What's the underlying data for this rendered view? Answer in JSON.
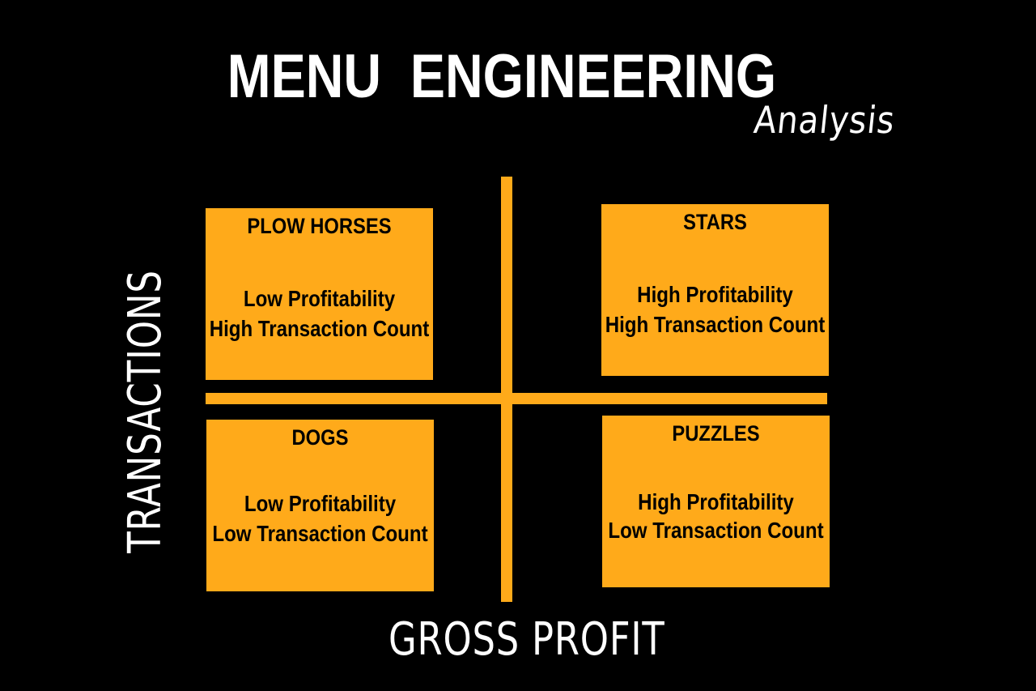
{
  "title": "MENU  ENGINEERING",
  "subtitle": "Analysis",
  "axes": {
    "y_label": "TRANSACTIONS",
    "x_label": "GROSS PROFIT"
  },
  "quadrants": {
    "plow_horses": {
      "heading": "PLOW HORSES",
      "line1": "Low Profitability",
      "line2": "High Transaction Count"
    },
    "stars": {
      "heading": "STARS",
      "line1": "High Profitability",
      "line2": "High Transaction Count"
    },
    "dogs": {
      "heading": "DOGS",
      "line1": "Low Profitability",
      "line2": "Low Transaction Count"
    },
    "puzzles": {
      "heading": "PUZZLES",
      "line1": "High Profitability",
      "line2": "Low Transaction Count"
    }
  },
  "colors": {
    "background": "#000000",
    "accent": "#ffaa1a",
    "text_on_dark": "#ffffff",
    "text_on_accent": "#000000"
  }
}
